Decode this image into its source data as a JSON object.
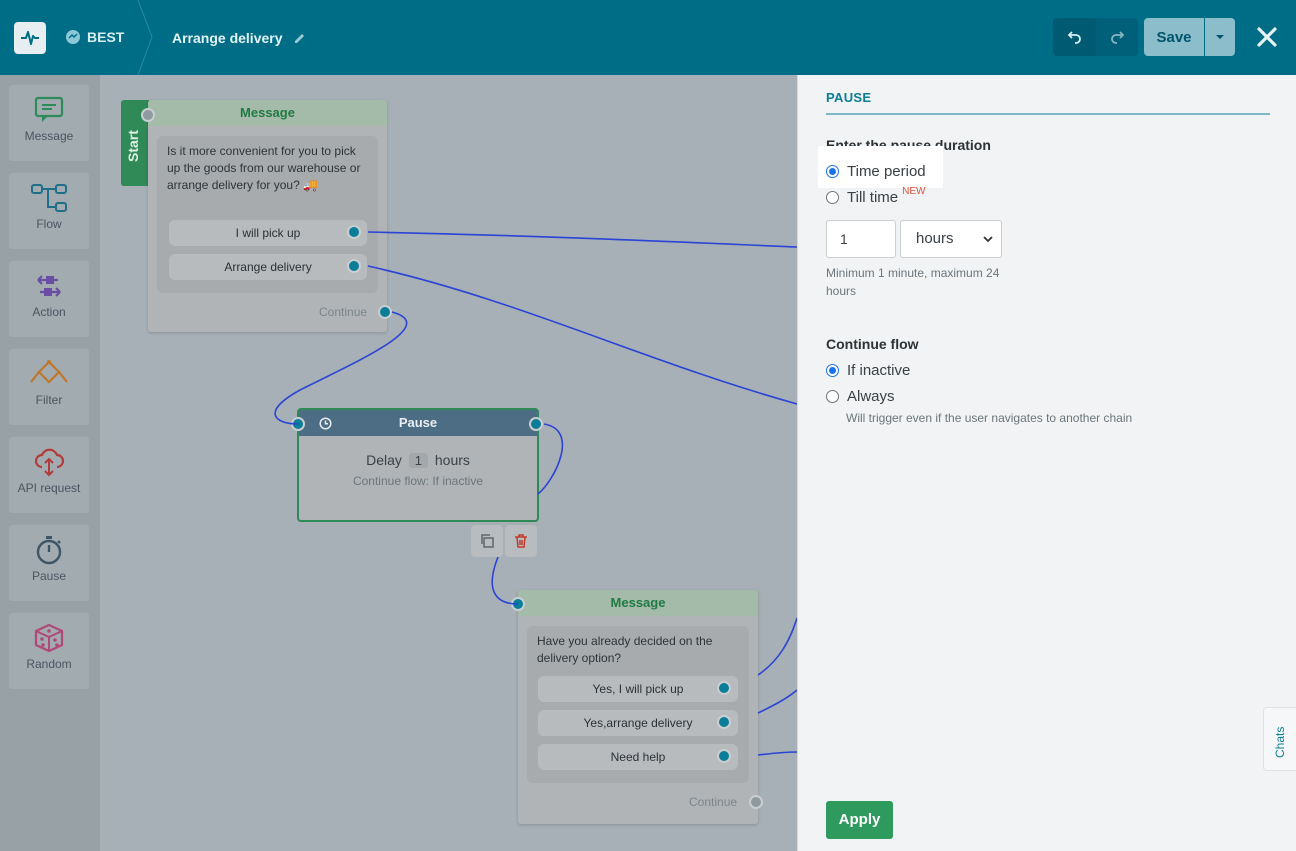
{
  "header": {
    "bot_name": "BEST",
    "flow_title": "Arrange delivery",
    "save_label": "Save"
  },
  "sidebar": {
    "items": [
      {
        "label": "Message",
        "icon": "message-icon"
      },
      {
        "label": "Flow",
        "icon": "flow-icon"
      },
      {
        "label": "Action",
        "icon": "action-icon"
      },
      {
        "label": "Filter",
        "icon": "filter-icon"
      },
      {
        "label": "API request",
        "icon": "api-request-icon"
      },
      {
        "label": "Pause",
        "icon": "stopwatch-icon"
      },
      {
        "label": "Random",
        "icon": "dice-icon"
      }
    ]
  },
  "canvas": {
    "start_label": "Start",
    "message1": {
      "title": "Message",
      "text": "Is it more convenient for you to pick up the goods from our warehouse or arrange delivery for you? 🚚",
      "buttons": [
        "I will pick up",
        "Arrange delivery"
      ],
      "continue": "Continue"
    },
    "pause": {
      "title": "Pause",
      "delay_prefix": "Delay",
      "delay_value": "1",
      "delay_unit": "hours",
      "subtitle": "Continue flow: If inactive"
    },
    "message2": {
      "title": "Message",
      "text": "Have you already decided on the delivery option?",
      "buttons": [
        "Yes, I will pick up",
        "Yes,arrange delivery",
        "Need help"
      ],
      "continue": "Continue"
    }
  },
  "panel": {
    "title": "PAUSE",
    "duration_label": "Enter the pause duration",
    "option_time_period": "Time period",
    "option_till_time": "Till time",
    "new_badge": "NEW",
    "value": "1",
    "unit": "hours",
    "hint": "Minimum 1 minute, maximum 24 hours",
    "continue_label": "Continue flow",
    "option_if_inactive": "If inactive",
    "option_always": "Always",
    "always_hint": "Will trigger even if the user navigates to another chain",
    "apply_label": "Apply",
    "chats_label": "Chats"
  },
  "colors": {
    "header": "#006d87",
    "accent": "#0a7d98",
    "apply": "#2e9a5e",
    "wire": "#2b43d6"
  }
}
